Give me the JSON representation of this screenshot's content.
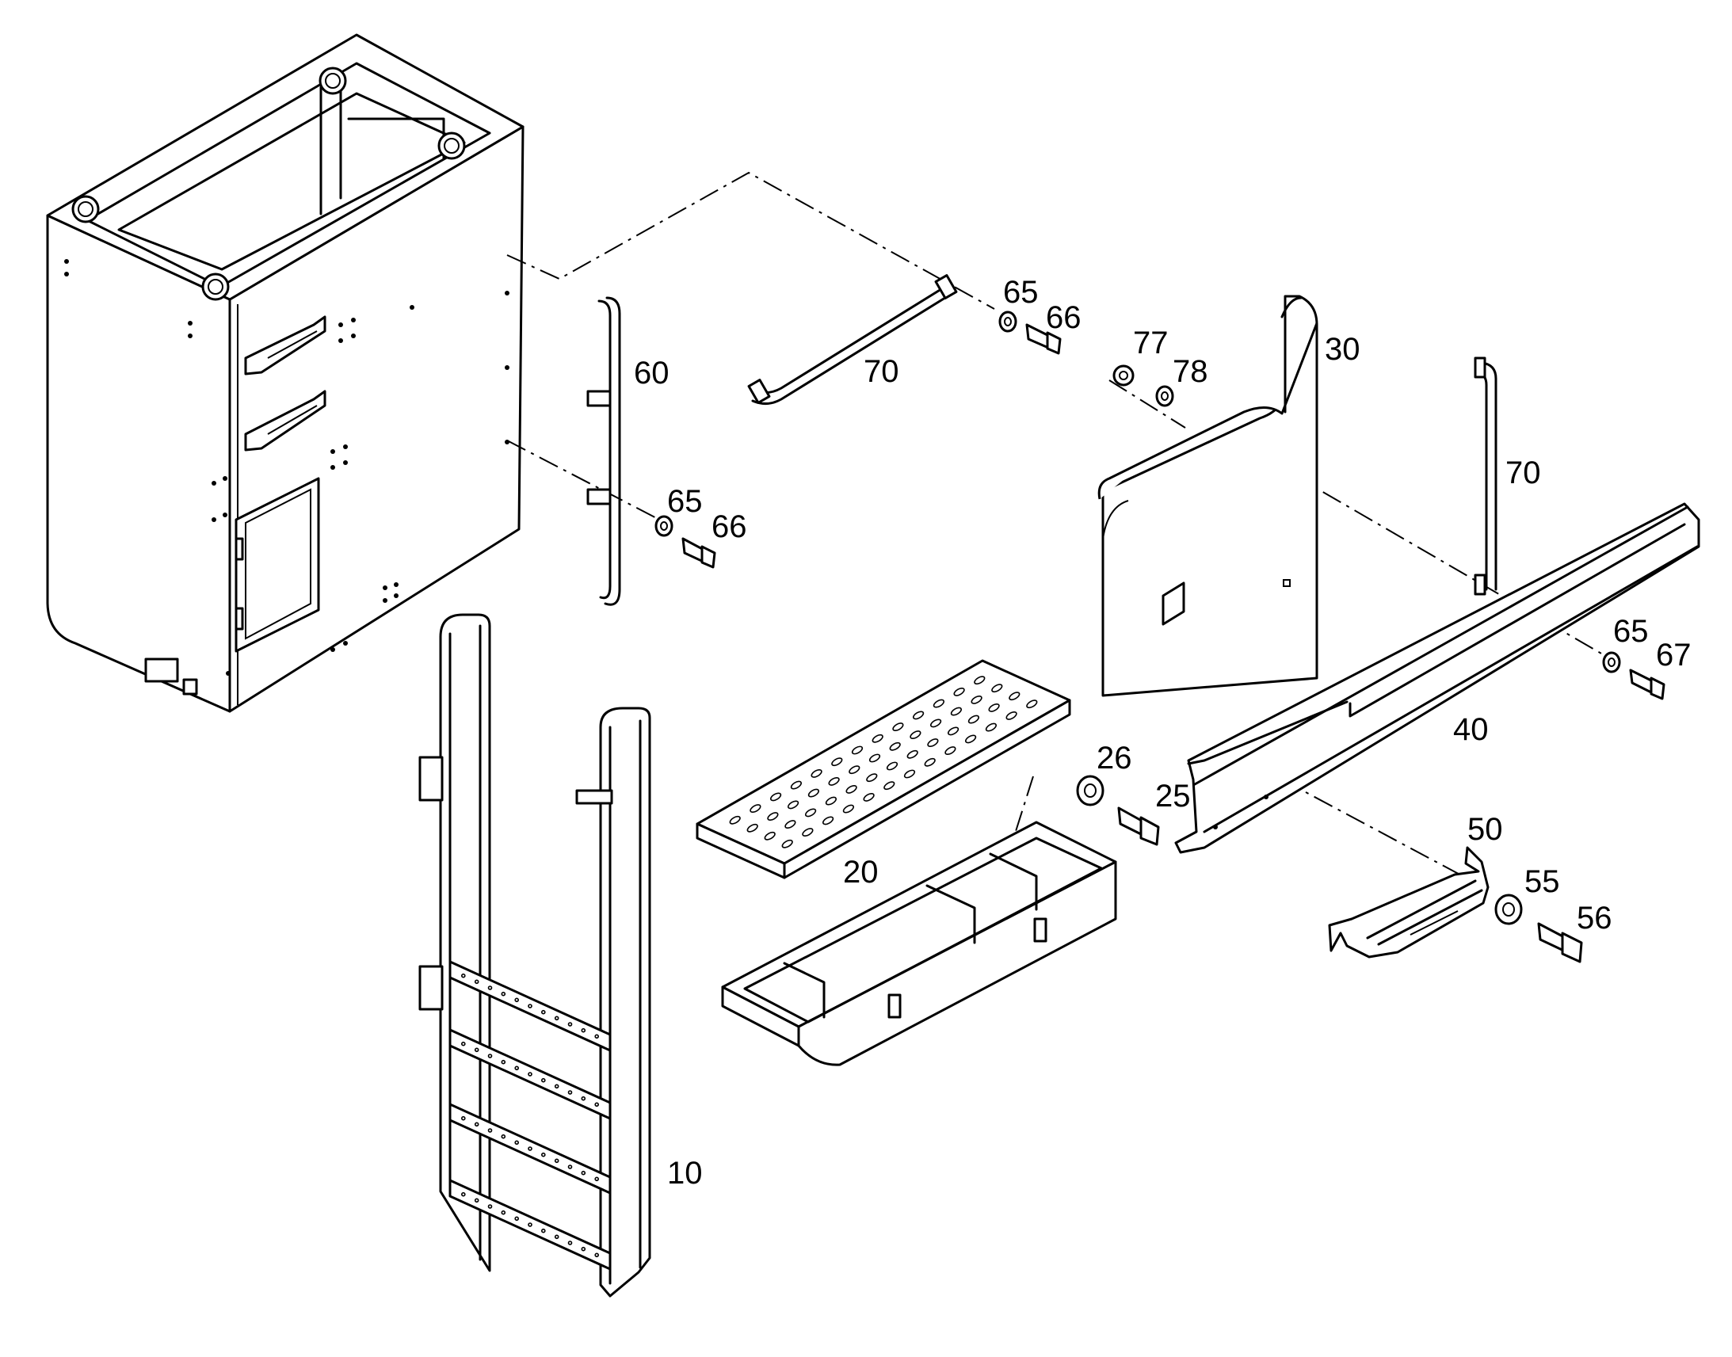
{
  "diagram": {
    "callouts": [
      {
        "id": "c10",
        "label": "10"
      },
      {
        "id": "c20",
        "label": "20"
      },
      {
        "id": "c25",
        "label": "25"
      },
      {
        "id": "c26",
        "label": "26"
      },
      {
        "id": "c30",
        "label": "30"
      },
      {
        "id": "c40",
        "label": "40"
      },
      {
        "id": "c50",
        "label": "50"
      },
      {
        "id": "c55",
        "label": "55"
      },
      {
        "id": "c56",
        "label": "56"
      },
      {
        "id": "c60",
        "label": "60"
      },
      {
        "id": "c65a",
        "label": "65"
      },
      {
        "id": "c66a",
        "label": "66"
      },
      {
        "id": "c65b",
        "label": "65"
      },
      {
        "id": "c66b",
        "label": "66"
      },
      {
        "id": "c65c",
        "label": "65"
      },
      {
        "id": "c67",
        "label": "67"
      },
      {
        "id": "c70a",
        "label": "70"
      },
      {
        "id": "c70b",
        "label": "70"
      },
      {
        "id": "c77",
        "label": "77"
      },
      {
        "id": "c78",
        "label": "78"
      }
    ]
  }
}
